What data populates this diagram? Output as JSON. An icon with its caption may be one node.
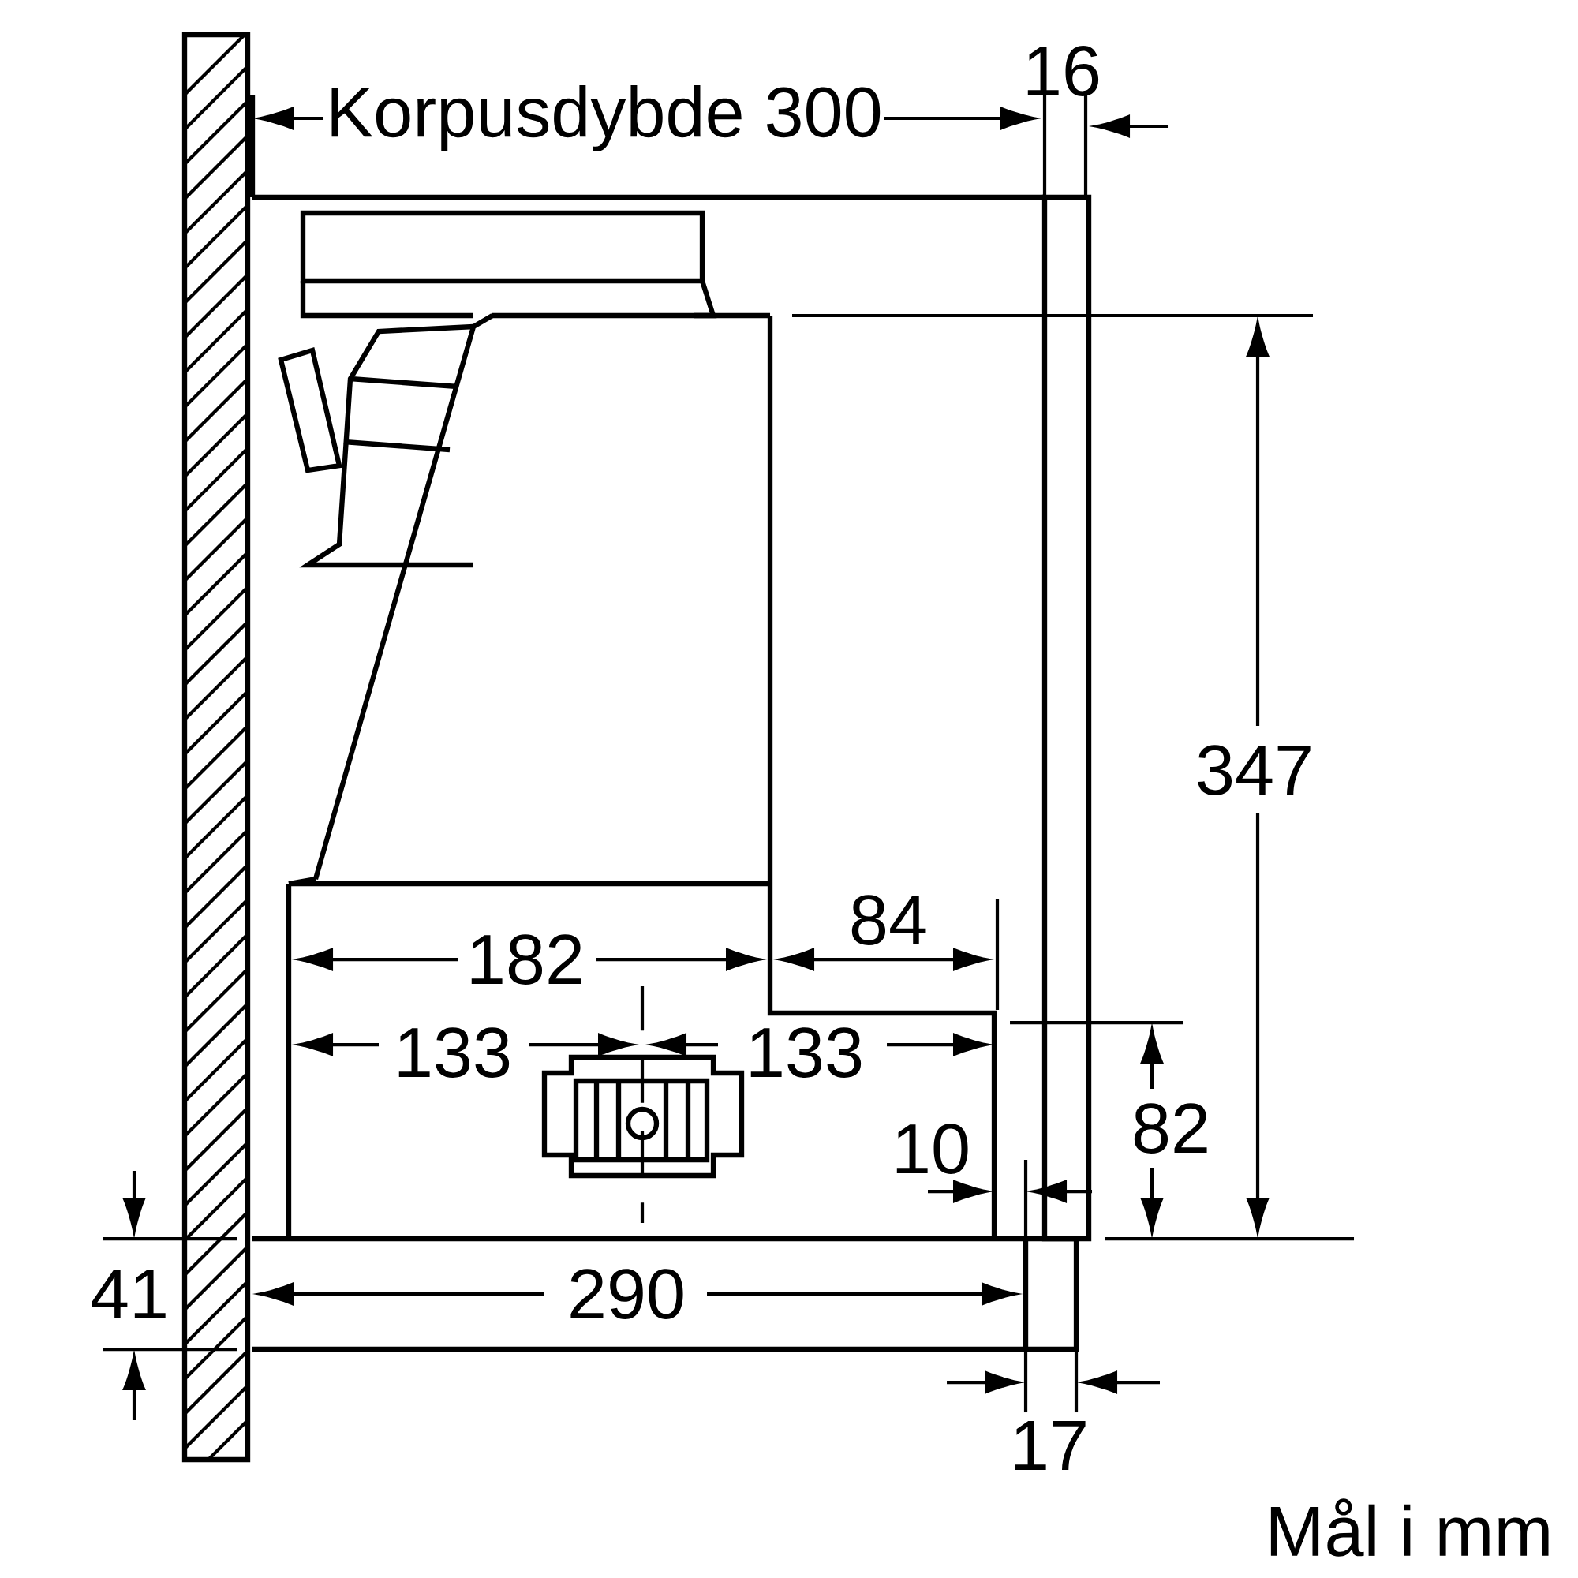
{
  "diagram": {
    "labels": [
      "16",
      "Korpusdybde 300",
      "347",
      "84",
      "182",
      "133",
      "133",
      "82",
      "10",
      "41",
      "290",
      "17",
      "Mål i mm"
    ]
  }
}
